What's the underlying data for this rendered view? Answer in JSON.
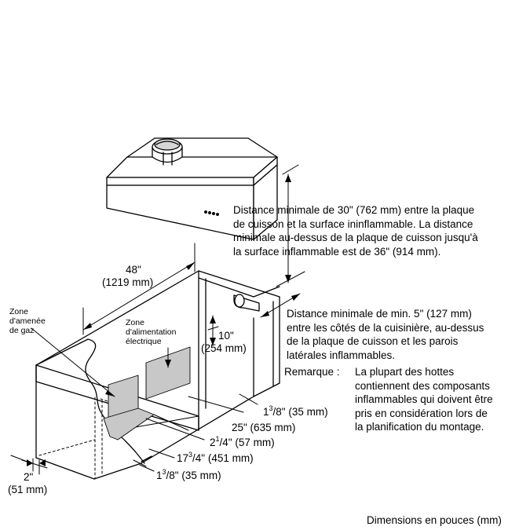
{
  "labels": {
    "width_in": "48\"",
    "width_mm": "(1219 mm)",
    "gas_zone": [
      "Zone",
      "d'amenée",
      "de gaz"
    ],
    "elec_zone": [
      "Zone",
      "d'alimentation",
      "électrique"
    ],
    "d10_in": "10\"",
    "d10_mm": "(254 mm)",
    "d1_3_8_a": "(35 mm)",
    "d25": "25\" (635 mm)",
    "d2_1_4": "(57 mm)",
    "d17_3_4": "(451 mm)",
    "d1_3_8_b": "(35 mm)",
    "d2_in": "2\"",
    "d2_mm": "(51 mm)",
    "frac_1": "1",
    "frac_3": "3",
    "frac_8": "/8\"",
    "frac_2": "2",
    "frac_4": "/4\"",
    "frac_17": "17",
    "frac_4b": "/4\""
  },
  "notes": {
    "clearance_30": [
      "Distance minimale de 30\" (762 mm) entre la plaque",
      "de cuisson et la surface ininflammable. La distance",
      "minimale au-dessus de la plaque de cuisson jusqu'à",
      "la surface inflammable est de 36\" (914 mm)."
    ],
    "clearance_5": [
      "Distance minimale de min. 5\" (127 mm)",
      "entre les côtés de la cuisinière, au-dessus",
      "de la plaque de cuisson et les parois",
      "latérales inflammables."
    ],
    "remark_label": "Remarque :",
    "remark_text": [
      "La plupart des hottes",
      "contiennent des composants",
      "inflammables qui doivent être",
      "pris en considération lors de",
      "la planification du montage."
    ]
  },
  "footer": "Dimensions en pouces (mm)"
}
